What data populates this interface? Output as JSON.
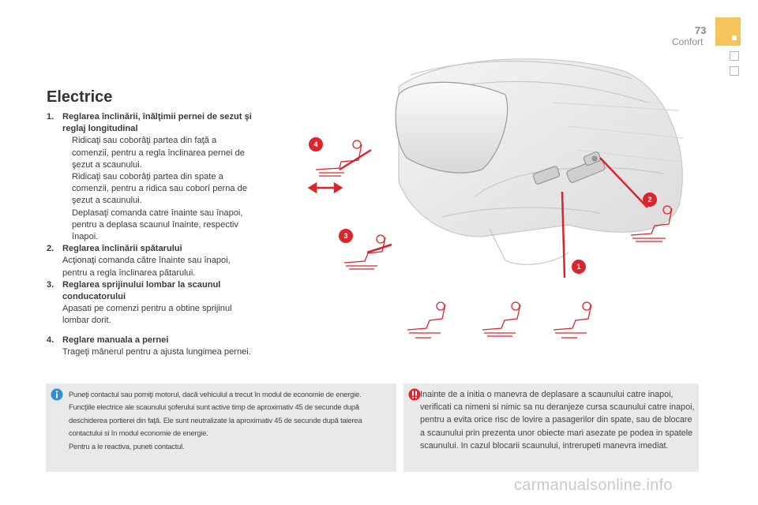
{
  "header": {
    "page_number": "73",
    "section": "Confort"
  },
  "title": "Electrice",
  "steps": [
    {
      "num": "1.",
      "title": "Reglarea înclinării, înălţimii pernei de sezut şi reglaj longitudinal",
      "bullets": [
        "Ridicaţi sau coborâţi partea din faţă a comenzii, pentru a regla înclinarea pernei de şezut a scaunului.",
        "Ridicaţi sau coborâţi partea din spate a comenzii, pentru a ridica sau coborî perna de şezut a scaunului.",
        "Deplasaţi comanda catre înainte sau înapoi, pentru a deplasa scaunul înainte, respectiv înapoi."
      ]
    },
    {
      "num": "2.",
      "title": "Reglarea înclinării spătarului",
      "text": "Acţionaţi comanda către înainte sau înapoi, pentru a regla înclinarea pătarului."
    },
    {
      "num": "3.",
      "title": "Reglarea sprijinului lombar la scaunul conducatorului",
      "text": "Apasati pe comenzi pentru a obtine sprijinul lombar dorit."
    },
    {
      "num": "4.",
      "title": "Reglare manuala a pernei",
      "text": "Trageţi mânerul pentru a ajusta lungimea pernei."
    }
  ],
  "bullet_symbol": "",
  "callouts": [
    "1",
    "2",
    "3",
    "4"
  ],
  "note_info": {
    "icon": "info-icon",
    "lines": [
      "Puneţi contactul sau porniţi motorul, dacă vehiculul a trecut în modul de economie de energie.",
      "Funcţiile electrice ale scaunului şoferului sunt active timp de aproximativ 45 de secunde după deschiderea portierei din faţă. Ele sunt neutralizate la aproximativ 45 de secunde după taierea contactului si în modul economie de energie.",
      "Pentru a le reactiva, puneti contactul."
    ]
  },
  "note_warning": {
    "icon": "warning-icon",
    "text": "Inainte de a initia o manevra de deplasare a scaunului catre inapoi, verificati ca nimeni si nimic sa nu deranjeze cursa scaunului catre inapoi, pentru a evita orice risc de lovire a pasagerilor din spate, sau de blocare a scaunului prin prezenta unor obiecte mari asezate pe podea in spatele scaunului. In cazul blocarii scaunului, intrerupeti manevra imediat."
  },
  "watermark": "carmanualsonline.info",
  "colors": {
    "accent": "#d9262c",
    "tab": "#f7c35c",
    "note_bg": "#e9e9e9",
    "info_blue": "#2f8fd6"
  }
}
